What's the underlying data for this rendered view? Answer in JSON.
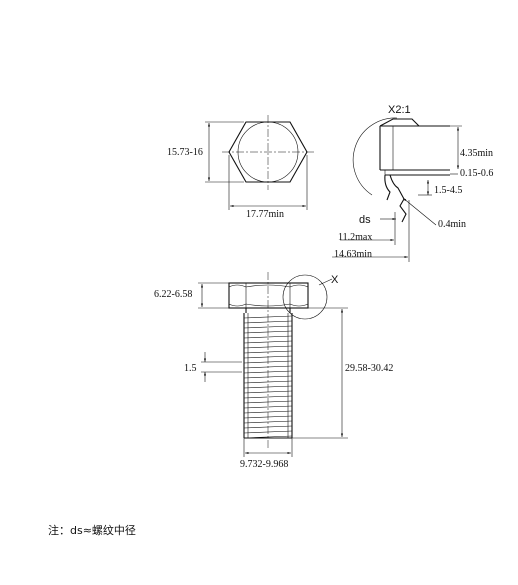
{
  "top_view": {
    "width_across_flats": "15.73-16",
    "width_across_corners": "17.77min"
  },
  "detail_view": {
    "scale": "X2:1",
    "dim_435": "4.35min",
    "dim_015": "0.15-0.6",
    "dim_15_45": "1.5-4.5",
    "ds": "ds",
    "radius": "0.4min",
    "dim_112": "11.2max",
    "dim_1463": "14.63min"
  },
  "side_view": {
    "head_height": "6.22-6.58",
    "detail_label": "X",
    "pitch": "1.5",
    "length": "29.58-30.42",
    "major_diameter": "9.732-9.968"
  },
  "note": "注：ds≈螺纹中径"
}
